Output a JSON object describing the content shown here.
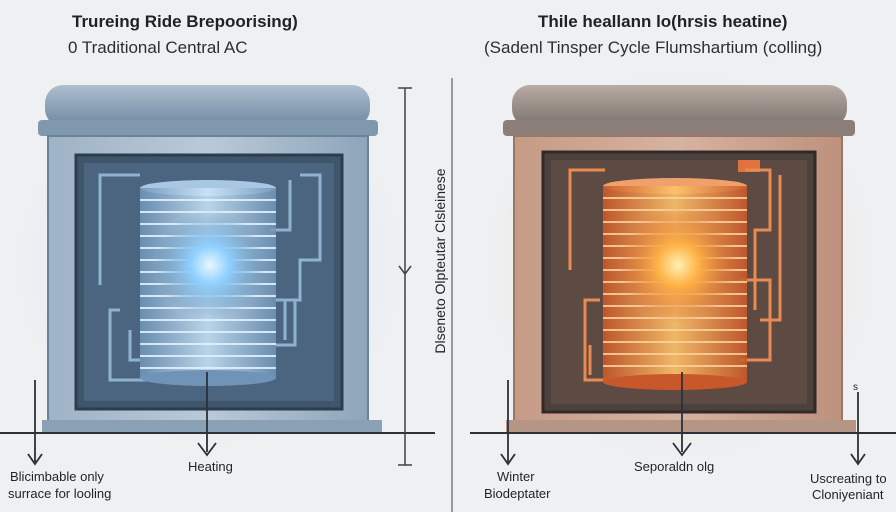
{
  "left": {
    "title": "Trureing Ride Brepoorising)",
    "subtitle": "0 Traditional Central AC",
    "center_label": "Heating",
    "bottom_label_line1": "Blicimbable only",
    "bottom_label_line2": "surrace for looling"
  },
  "right": {
    "title": "Thile heallann lo(hrsis heatine)",
    "subtitle": "(Sadenl Tinsper Cycle Flumshartium (colling)",
    "center_label": "Seporaldn olg",
    "left_label_line1": "Winter",
    "left_label_line2": "Biodeptater",
    "right_label_line1": "Uscreating to",
    "right_label_line2": "Cloniyeniant",
    "small_mark": "s"
  },
  "middle": {
    "vertical_label": "Dlseneto Olpteutar Clsleinese"
  },
  "colors": {
    "cool_glow": "#bcd9ee",
    "cool_core": "#8fd0ff",
    "warm_glow": "#f6b98c",
    "warm_core": "#ffb347",
    "housing": "#8ea6bd",
    "housing_warm": "#c89b85"
  }
}
